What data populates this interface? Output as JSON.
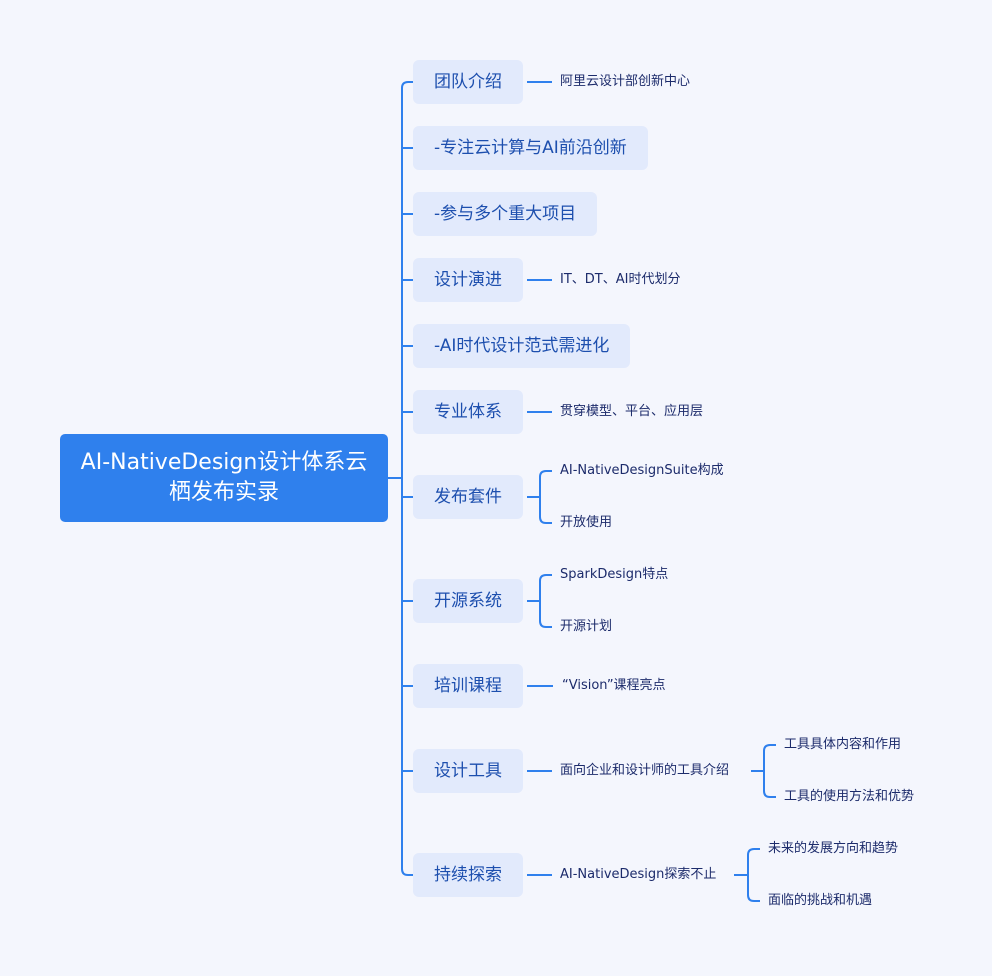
{
  "root": "AI-NativeDesign设计体系云栖发布实录",
  "colors": {
    "accent": "#2f80ed",
    "node_bg": "#e2eafc",
    "background": "#f4f6fd"
  },
  "branches": [
    {
      "label": "团队介绍",
      "children": [
        "阿里云设计部创新中心"
      ]
    },
    {
      "label": "-专注云计算与AI前沿创新",
      "children": []
    },
    {
      "label": "-参与多个重大项目",
      "children": []
    },
    {
      "label": "设计演进",
      "children": [
        "IT、DT、AI时代划分"
      ]
    },
    {
      "label": "-AI时代设计范式需进化",
      "children": []
    },
    {
      "label": "专业体系",
      "children": [
        "贯穿模型、平台、应用层"
      ]
    },
    {
      "label": "发布套件",
      "children": [
        "AI-NativeDesignSuite构成",
        "开放使用"
      ]
    },
    {
      "label": "开源系统",
      "children": [
        "SparkDesign特点",
        "开源计划"
      ]
    },
    {
      "label": "培训课程",
      "children": [
        "“Vision”课程亮点"
      ]
    },
    {
      "label": "设计工具",
      "children": [
        "面向企业和设计师的工具介绍"
      ],
      "grandchildren": [
        "工具具体内容和作用",
        "工具的使用方法和优势"
      ]
    },
    {
      "label": "持续探索",
      "children": [
        "AI-NativeDesign探索不止"
      ],
      "grandchildren": [
        "未来的发展方向和趋势",
        "面临的挑战和机遇"
      ]
    }
  ]
}
